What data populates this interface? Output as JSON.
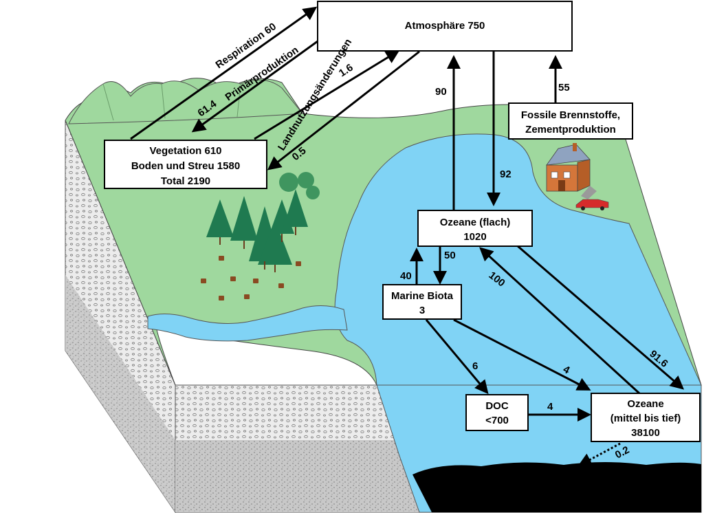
{
  "colors": {
    "land": "#9fd89e",
    "water": "#80d3f5",
    "sediment": "#000000",
    "soil_light": "#e9e9e9",
    "soil_dark": "#c4c4c4",
    "tree": "#1f7a50",
    "arrow": "#000000"
  },
  "boxes": {
    "atmosphere": {
      "line1": "Atmosphäre  750"
    },
    "vegetation": {
      "line1": "Vegetation   610",
      "line2": "Boden und Streu  1580",
      "line3": "Total 2190"
    },
    "fossil": {
      "line1": "Fossile Brennstoffe,",
      "line2": "Zementproduktion"
    },
    "ocean_shallow": {
      "line1": "Ozeane (flach)",
      "line2": "1020"
    },
    "marine_biota": {
      "line1": "Marine Biota",
      "line2": "3"
    },
    "doc": {
      "line1": "DOC",
      "line2": "<700"
    },
    "ocean_deep": {
      "line1": "Ozeane",
      "line2": "(mittel bis tief)",
      "line3": "38100"
    }
  },
  "flows": {
    "respiration": "Respiration  60",
    "primary_production": "Primärproduktion",
    "primary_value": "61.4",
    "land_use_value_up": "1.6",
    "land_use": "Landnutzungsänderungen",
    "land_use_value_down": "0.5",
    "ocean_to_atm": "90",
    "atm_to_ocean": "92",
    "fossil_emission": "55",
    "shallow_to_biota": "50",
    "biota_to_shallow": "40",
    "deep_to_shallow": "100",
    "shallow_to_deep": "91.6",
    "biota_to_doc": "6",
    "biota_to_deep": "4",
    "doc_to_deep": "4",
    "deep_to_sediment": "0.2"
  },
  "icons": [
    "mountain-icon",
    "tree-icon",
    "tree-stump-icon",
    "house-icon",
    "car-icon"
  ]
}
